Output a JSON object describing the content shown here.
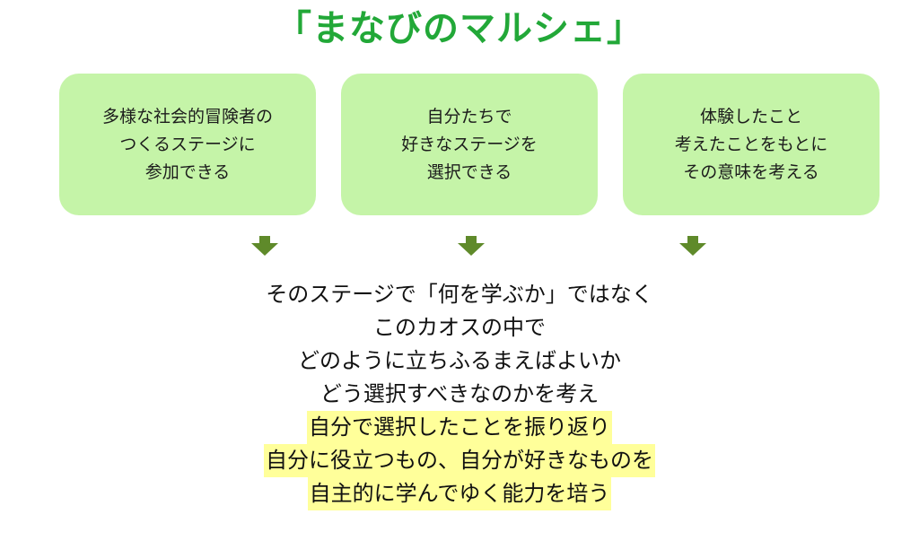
{
  "title": "「まなびのマルシェ」",
  "boxes": [
    {
      "lines": [
        "多様な社会的冒険者の",
        "つくるステージに",
        "参加できる"
      ]
    },
    {
      "lines": [
        "自分たちで",
        "好きなステージを",
        "選択できる"
      ]
    },
    {
      "lines": [
        "体験したこと",
        "考えたことをもとに",
        "その意味を考える"
      ]
    }
  ],
  "arrow_color": "#5f8a2a",
  "box_color": "#c5f4a8",
  "title_color": "#22a838",
  "highlight_color": "#ffff9a",
  "conclusion": {
    "lines": [
      "そのステージで「何を学ぶか」ではなく",
      "このカオスの中で",
      "どのように立ちふるまえばよいか",
      "どう選択すべきなのかを考え"
    ],
    "highlighted_lines": [
      "自分で選択したことを振り返り",
      "自分に役立つもの、自分が好きなものを",
      "自主的に学んでゆく能力を培う"
    ]
  }
}
